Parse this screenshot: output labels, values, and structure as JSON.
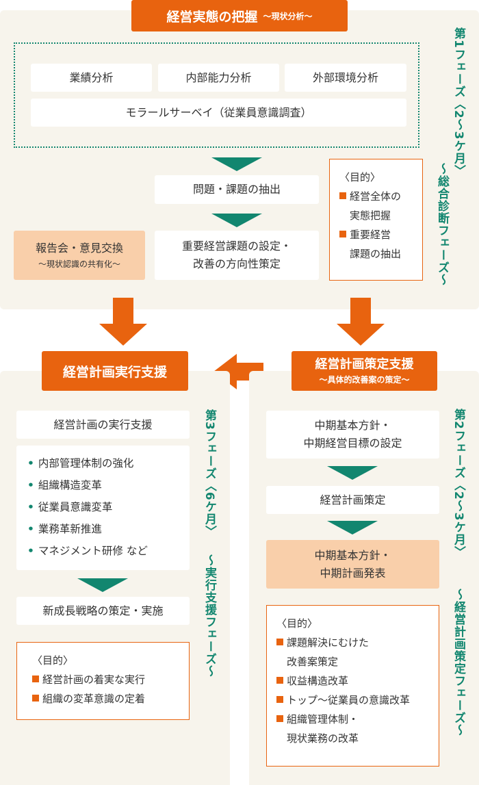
{
  "phase1": {
    "header_title": "経営実態の把握",
    "header_sub": "～現状分析～",
    "analysis_items": [
      "業績分析",
      "内部能力分析",
      "外部環境分析"
    ],
    "morale_survey": "モラールサーベイ（従業員意識調査）",
    "extract_issues": "問題・課題の抽出",
    "set_issues_line1": "重要経営課題の設定・",
    "set_issues_line2": "改善の方向性策定",
    "report_title": "報告会・意見交換",
    "report_sub": "～現状認識の共有化～",
    "purpose_title": "〈目的〉",
    "purpose_items": [
      [
        "経営全体の",
        "実態把握"
      ],
      [
        "重要経営",
        "課題の抽出"
      ]
    ],
    "phase_label_main": "第1フェーズ〈2～3ケ月〉",
    "phase_label_sub": "～総合診断フェーズ～"
  },
  "phase3": {
    "header_title": "経営計画実行支援",
    "exec_support": "経営計画の実行支援",
    "bullet_items": [
      "内部管理体制の強化",
      "組織構造変革",
      "従業員意識変革",
      "業務革新推進",
      "マネジメント研修 など"
    ],
    "new_strategy": "新成長戦略の策定・実施",
    "purpose_title": "〈目的〉",
    "purpose_items": [
      "経営計画の着実な実行",
      "組織の変革意識の定着"
    ],
    "phase_label_main": "第3フェーズ〈6ケ月〉",
    "phase_label_sub": "～実行支援フェーズ～"
  },
  "phase2": {
    "header_title": "経営計画策定支援",
    "header_sub": "～具体的改善案の策定～",
    "midterm_line1": "中期基本方針・",
    "midterm_line2": "中期経営目標の設定",
    "plan_formulation": "経営計画策定",
    "announce_line1": "中期基本方針・",
    "announce_line2": "中期計画発表",
    "purpose_title": "〈目的〉",
    "purpose_items": [
      [
        "課題解決にむけた",
        "改善案策定"
      ],
      [
        "収益構造改革"
      ],
      [
        "トップ～従業員の意識改革"
      ],
      [
        "組織管理体制・",
        "現状業務の改革"
      ]
    ],
    "phase_label_main": "第2フェーズ〈2～3ケ月〉",
    "phase_label_sub": "～経営計画策定フェーズ～"
  },
  "colors": {
    "orange": "#e8630f",
    "green": "#12866f",
    "peach": "#f9cfaa",
    "panel": "#f7f4ec"
  }
}
